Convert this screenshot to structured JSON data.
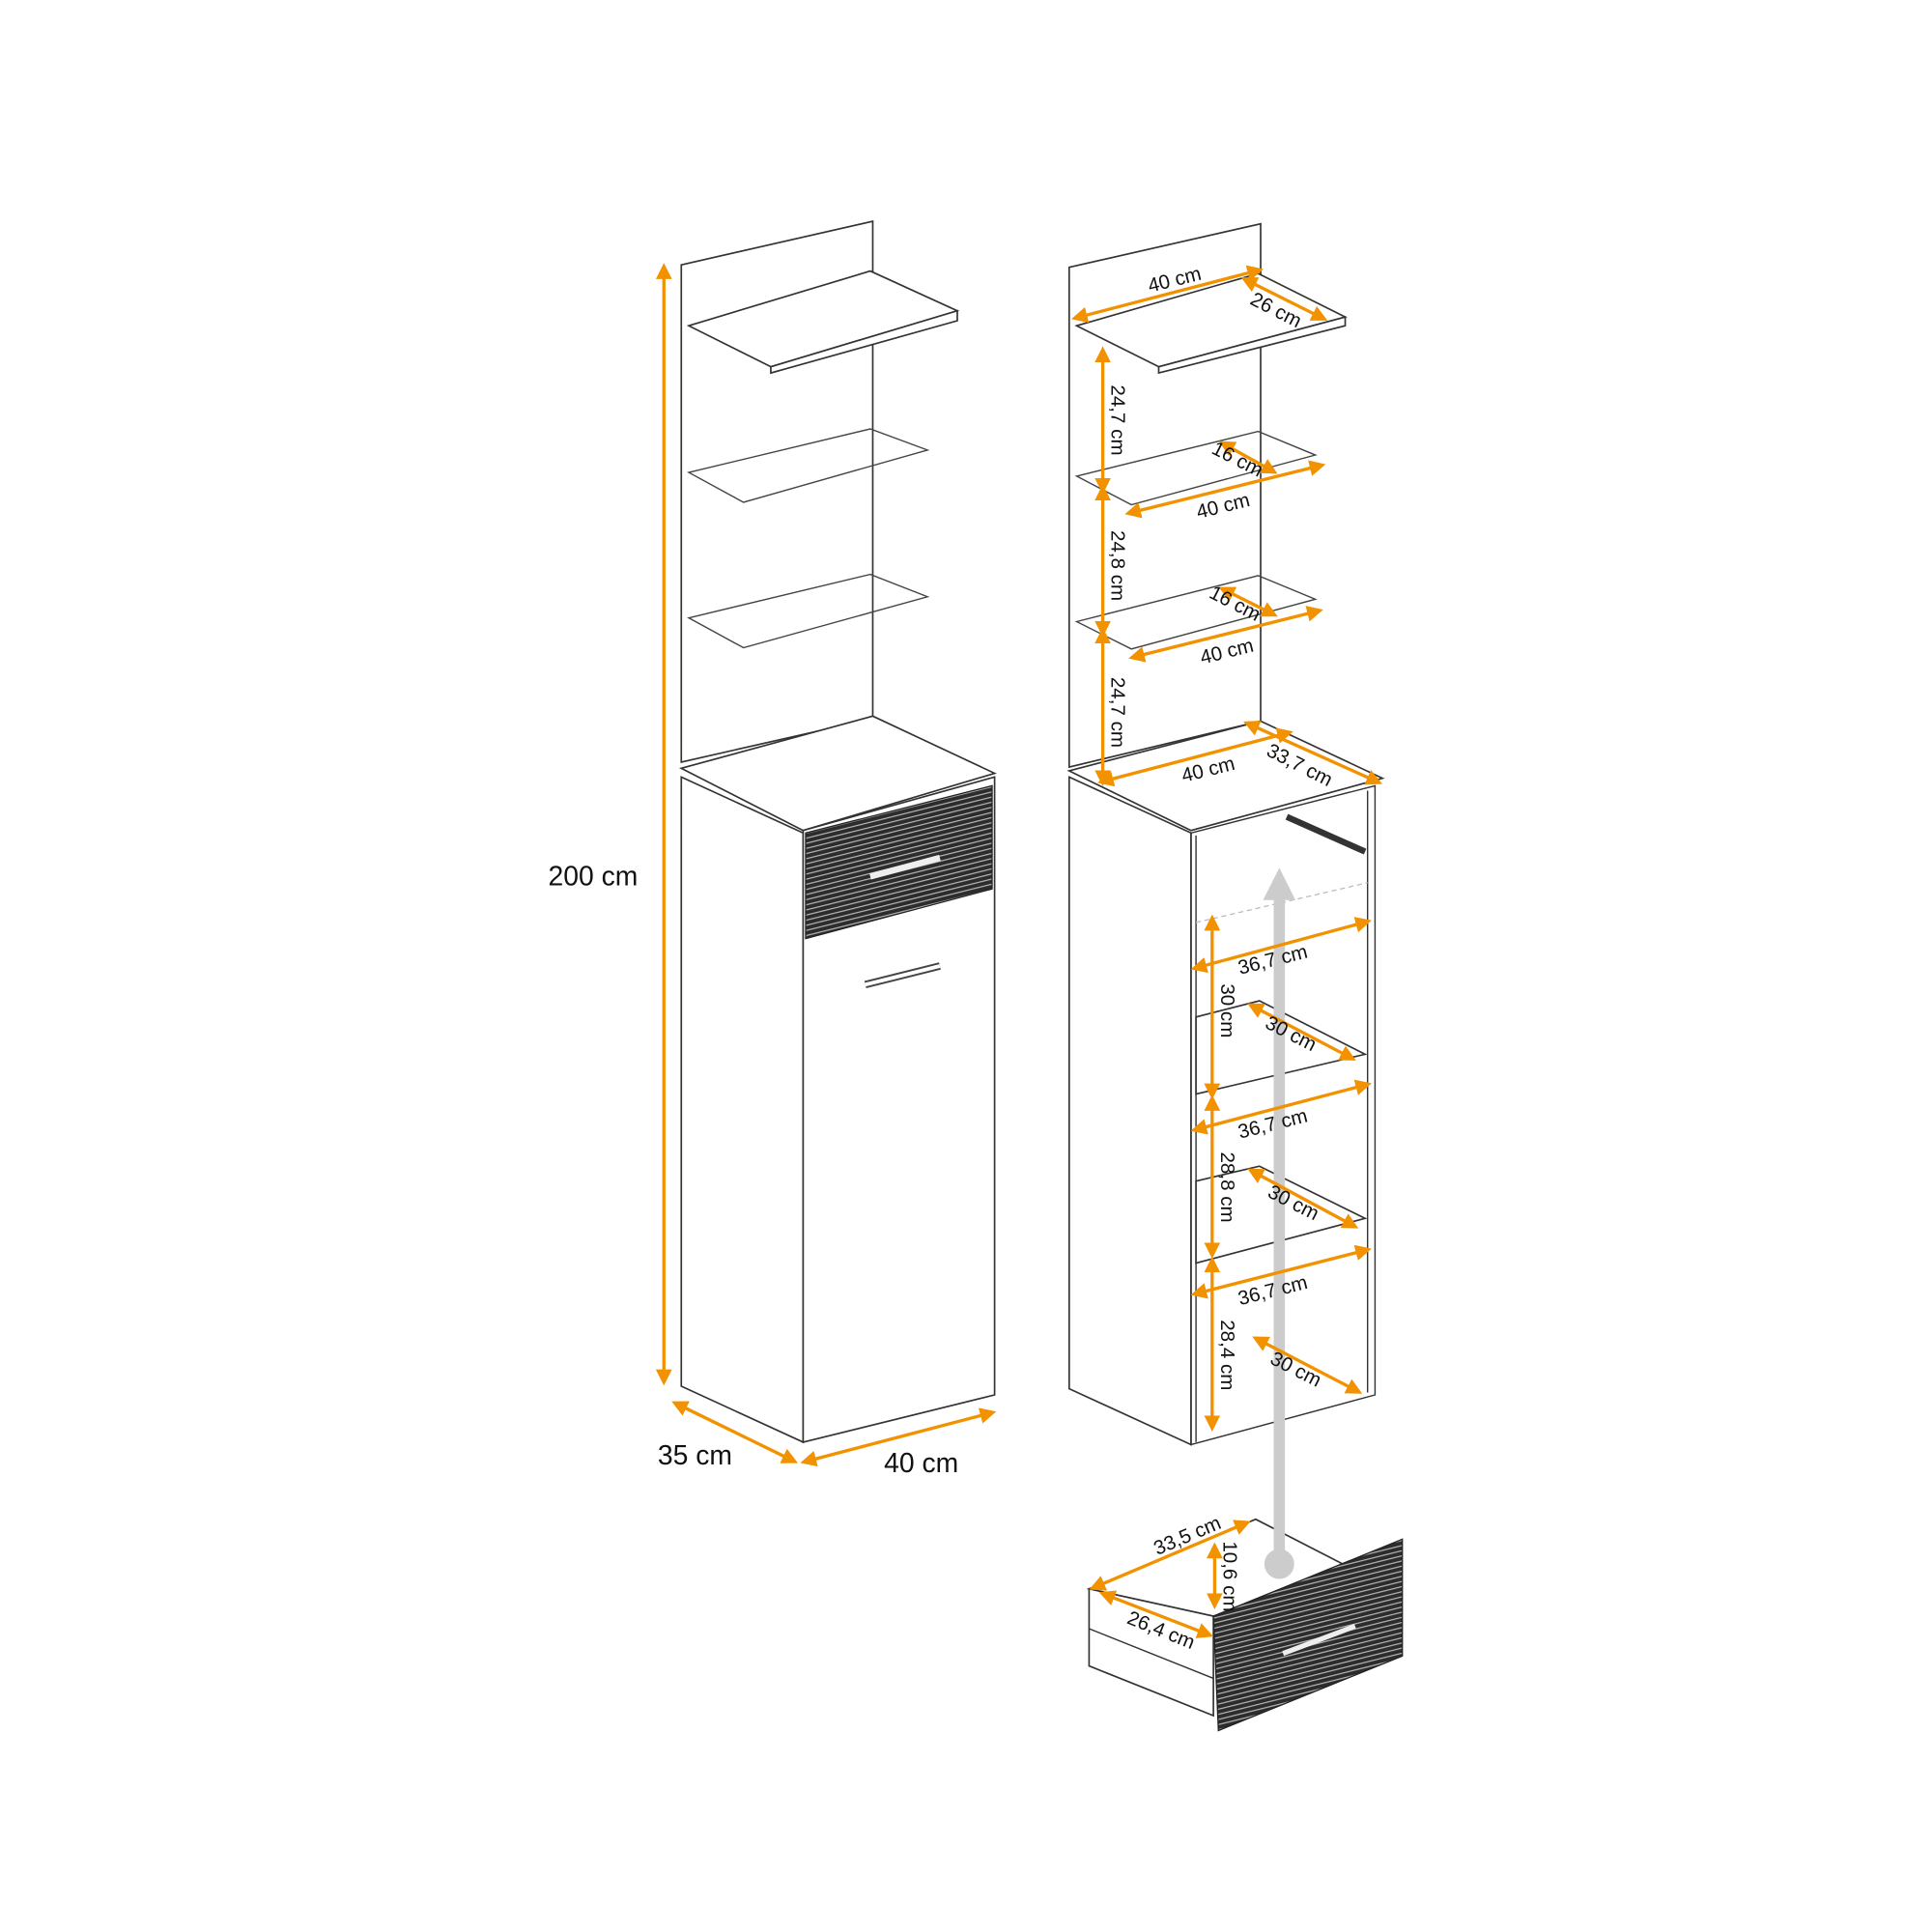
{
  "colors": {
    "dimension": "#f39200",
    "line": "#333333",
    "assembly_arrow": "#cccccc"
  },
  "left_view": {
    "height": "200 cm",
    "depth": "35 cm",
    "width": "40 cm"
  },
  "right_view": {
    "top_shelf_width": "40 cm",
    "top_shelf_depth": "26 cm",
    "gap_1": "24,7 cm",
    "gap_2": "24,8 cm",
    "gap_3": "24,7 cm",
    "glass_1_depth": "16 cm",
    "glass_1_width": "40 cm",
    "glass_2_depth": "16 cm",
    "glass_2_width": "40 cm",
    "base_width": "40 cm",
    "base_depth": "33,7 cm",
    "inner_width_1": "36,7 cm",
    "inner_height_1": "30 cm",
    "inner_depth_1": "30 cm",
    "inner_width_2": "36,7 cm",
    "inner_height_2": "28,8 cm",
    "inner_depth_2": "30 cm",
    "inner_width_3": "36,7 cm",
    "inner_height_3": "28,4 cm",
    "inner_depth_3": "30 cm"
  },
  "drawer": {
    "length": "33,5 cm",
    "height": "10,6 cm",
    "width": "26,4 cm"
  }
}
